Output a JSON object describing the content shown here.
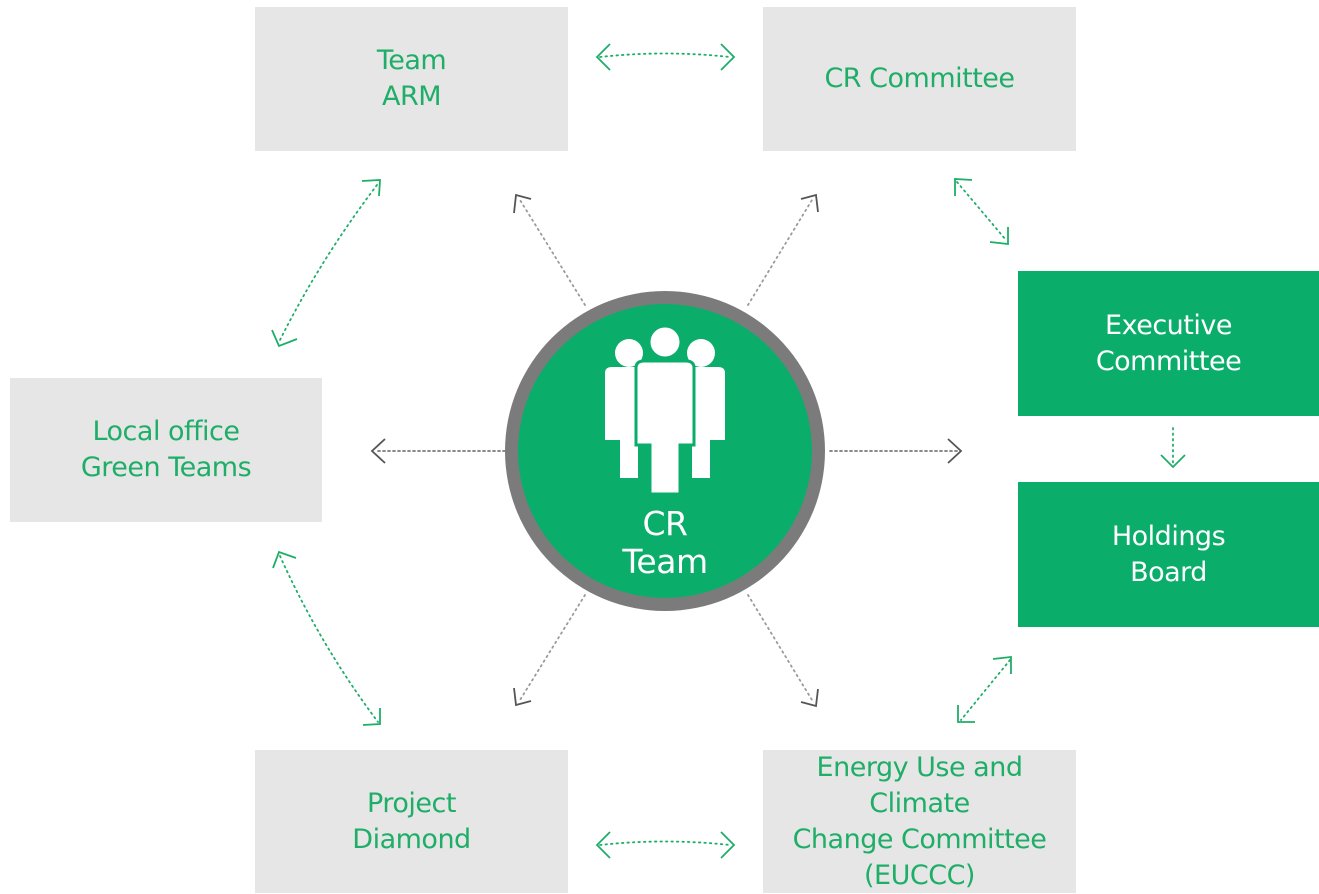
{
  "colors": {
    "accent_green": "#0aae6a",
    "text_green": "#1fae68",
    "box_grey": "#e6e6e6",
    "ring_grey": "#7b7b7b"
  },
  "center": {
    "line1": "CR",
    "line2": "Team",
    "icon": "people-group-icon"
  },
  "nodes": {
    "team_arm": {
      "line1": "Team",
      "line2": "ARM"
    },
    "cr_committee": {
      "line1": "CR Committee"
    },
    "executive_committee": {
      "line1": "Executive",
      "line2": "Committee"
    },
    "holdings_board": {
      "line1": "Holdings",
      "line2": "Board"
    },
    "local_office": {
      "line1": "Local office",
      "line2": "Green Teams"
    },
    "project_diamond": {
      "line1": "Project",
      "line2": "Diamond"
    },
    "euccc": {
      "line1": "Energy Use and Climate",
      "line2": "Change Committee",
      "line3": "(EUCCC)"
    }
  }
}
